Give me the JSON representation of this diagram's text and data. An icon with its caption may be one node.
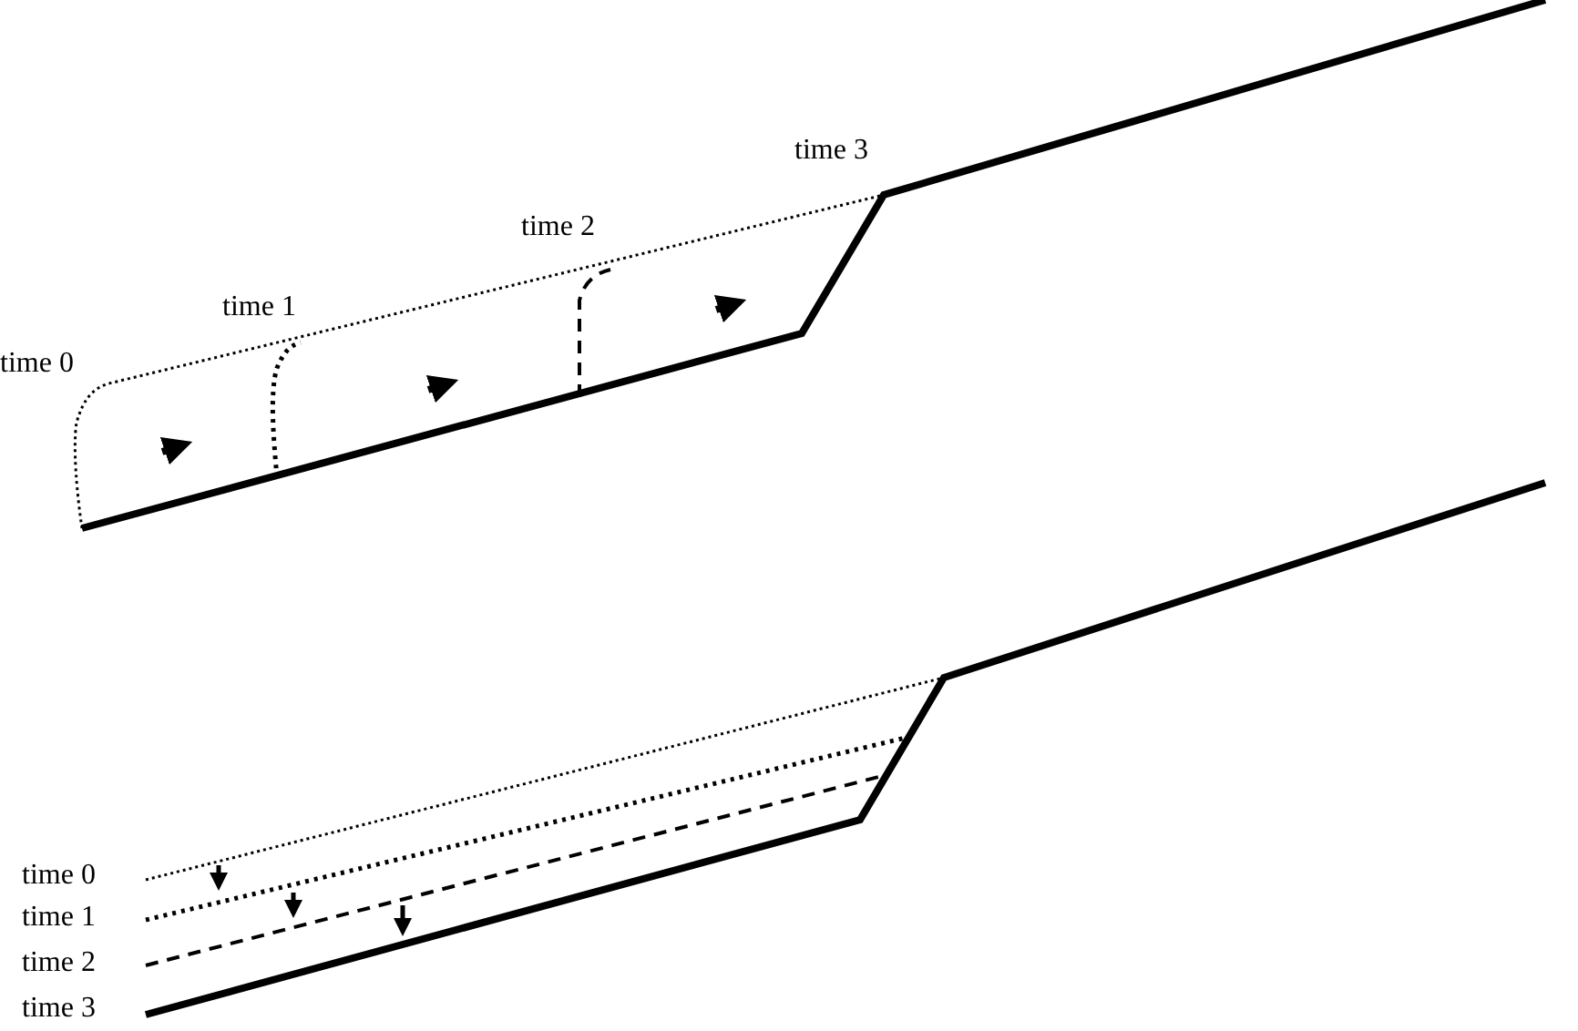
{
  "diagram": {
    "labels": [
      "time 3",
      "time 2",
      "time 1",
      "time 0"
    ],
    "legend": [
      {
        "text": "time 0"
      },
      {
        "text": "time 1"
      },
      {
        "text": "time 2"
      },
      {
        "text": "time 3"
      }
    ]
  }
}
